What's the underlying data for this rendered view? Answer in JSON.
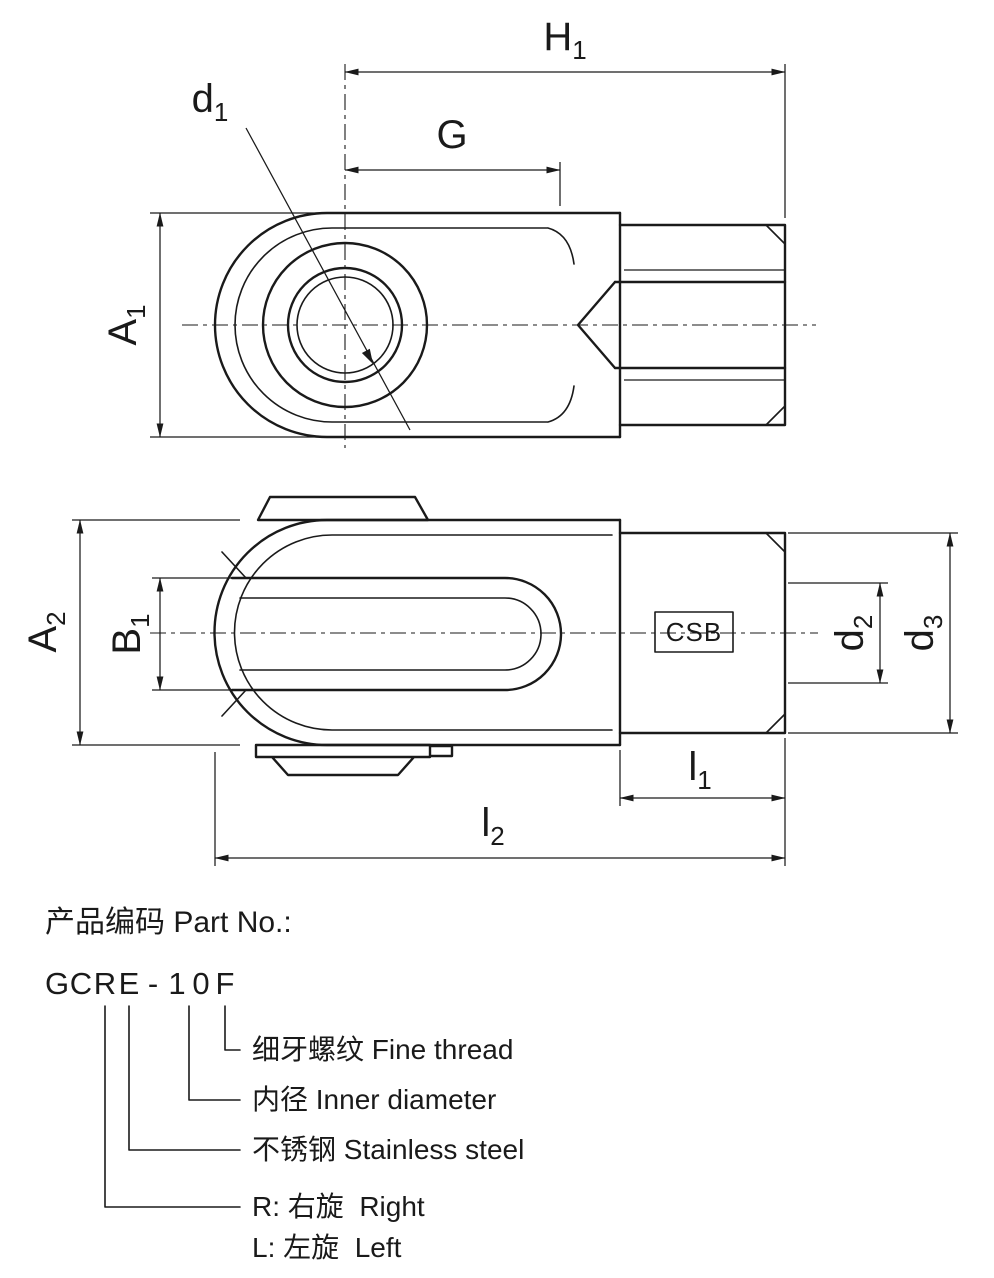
{
  "style": {
    "ink": "#1a1a1a",
    "background": "#ffffff"
  },
  "dim_labels": {
    "h1": {
      "base": "H",
      "sub": "1"
    },
    "g": {
      "base": "G",
      "sub": ""
    },
    "d1": {
      "base": "d",
      "sub": "1"
    },
    "a1": {
      "base": "A",
      "sub": "1"
    },
    "a2": {
      "base": "A",
      "sub": "2"
    },
    "b1": {
      "base": "B",
      "sub": "1"
    },
    "d2": {
      "base": "d",
      "sub": "2"
    },
    "d3": {
      "base": "d",
      "sub": "3"
    },
    "l1": {
      "base": "l",
      "sub": "1"
    },
    "l2": {
      "base": "l",
      "sub": "2"
    }
  },
  "logo": {
    "text": "CSB"
  },
  "part_section": {
    "heading": "产品编码 Part No.:",
    "part_number": "GCRE-10F",
    "part_number_chars": [
      "G",
      "C",
      "R",
      "E",
      "-",
      "1",
      "0",
      "F"
    ],
    "callouts": [
      "细牙螺纹 Fine thread",
      "内径 Inner diameter",
      "不锈钢 Stainless steel",
      "R: 右旋  Right",
      "L: 左旋  Left"
    ]
  }
}
